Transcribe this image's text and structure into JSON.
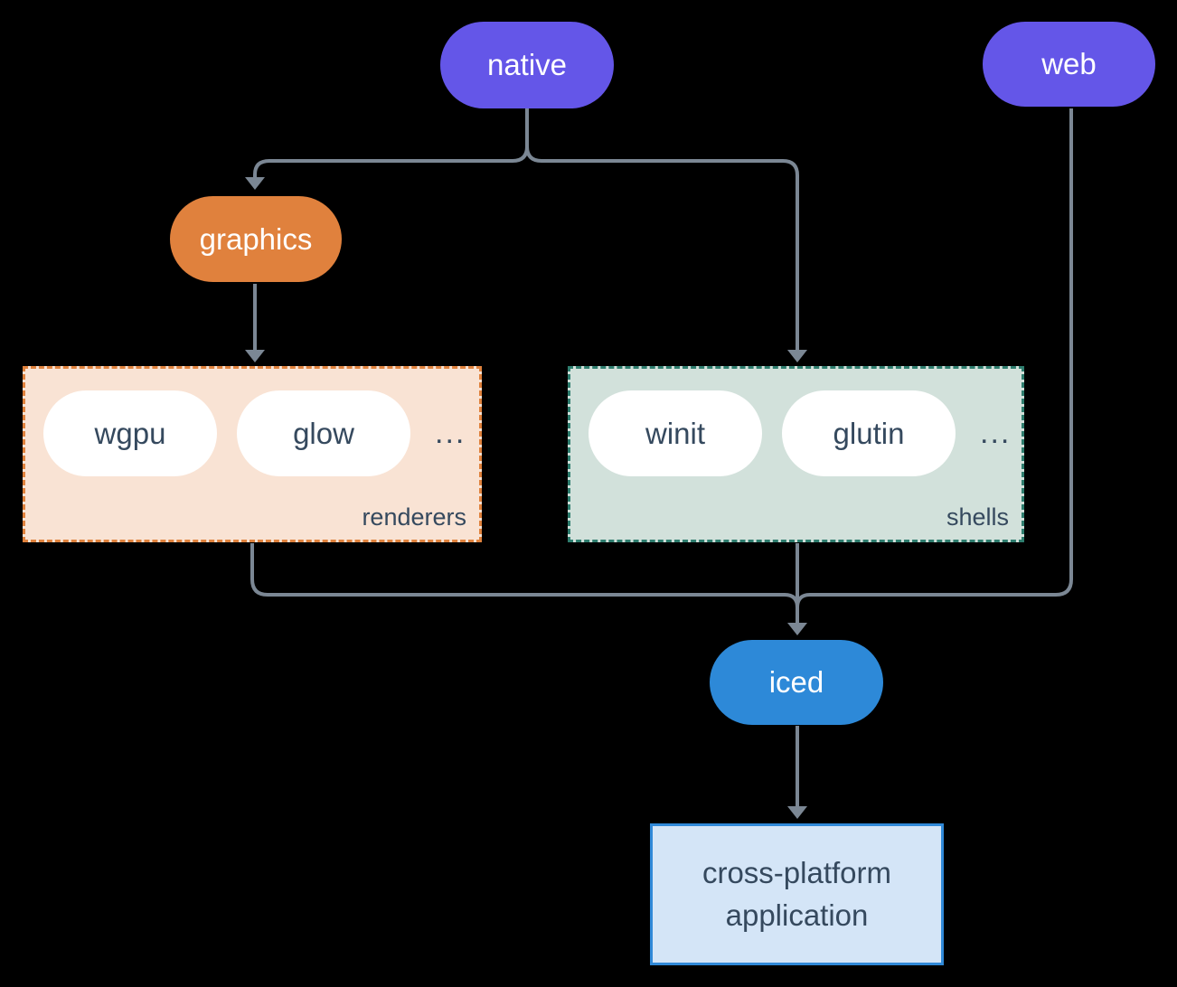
{
  "nodes": {
    "native": {
      "label": "native",
      "color": "#6456E8"
    },
    "web": {
      "label": "web",
      "color": "#6456E8"
    },
    "graphics": {
      "label": "graphics",
      "color": "#E0813D"
    },
    "iced": {
      "label": "iced",
      "color": "#2D89D8"
    }
  },
  "groups": {
    "renderers": {
      "label": "renderers",
      "items": [
        "wgpu",
        "glow"
      ],
      "ellipsis": "...",
      "background": "#F9E3D4",
      "border_color": "#E0823D"
    },
    "shells": {
      "label": "shells",
      "items": [
        "winit",
        "glutin"
      ],
      "ellipsis": "...",
      "background": "#D2E1DB",
      "border_color": "#2E7D6E"
    }
  },
  "application": {
    "line1": "cross-platform",
    "line2": "application",
    "background": "#D4E5F7",
    "border_color": "#3089D8"
  },
  "edges": [
    {
      "from": "native",
      "to": "graphics"
    },
    {
      "from": "native",
      "to": "shells"
    },
    {
      "from": "graphics",
      "to": "renderers"
    },
    {
      "from": "renderers",
      "to": "iced"
    },
    {
      "from": "shells",
      "to": "iced"
    },
    {
      "from": "web",
      "to": "iced"
    },
    {
      "from": "iced",
      "to": "cross-platform application"
    }
  ],
  "colors": {
    "background": "#000000",
    "connector": "#7B8794",
    "dark_text": "#35495E",
    "light_text": "#FFFFFF"
  }
}
